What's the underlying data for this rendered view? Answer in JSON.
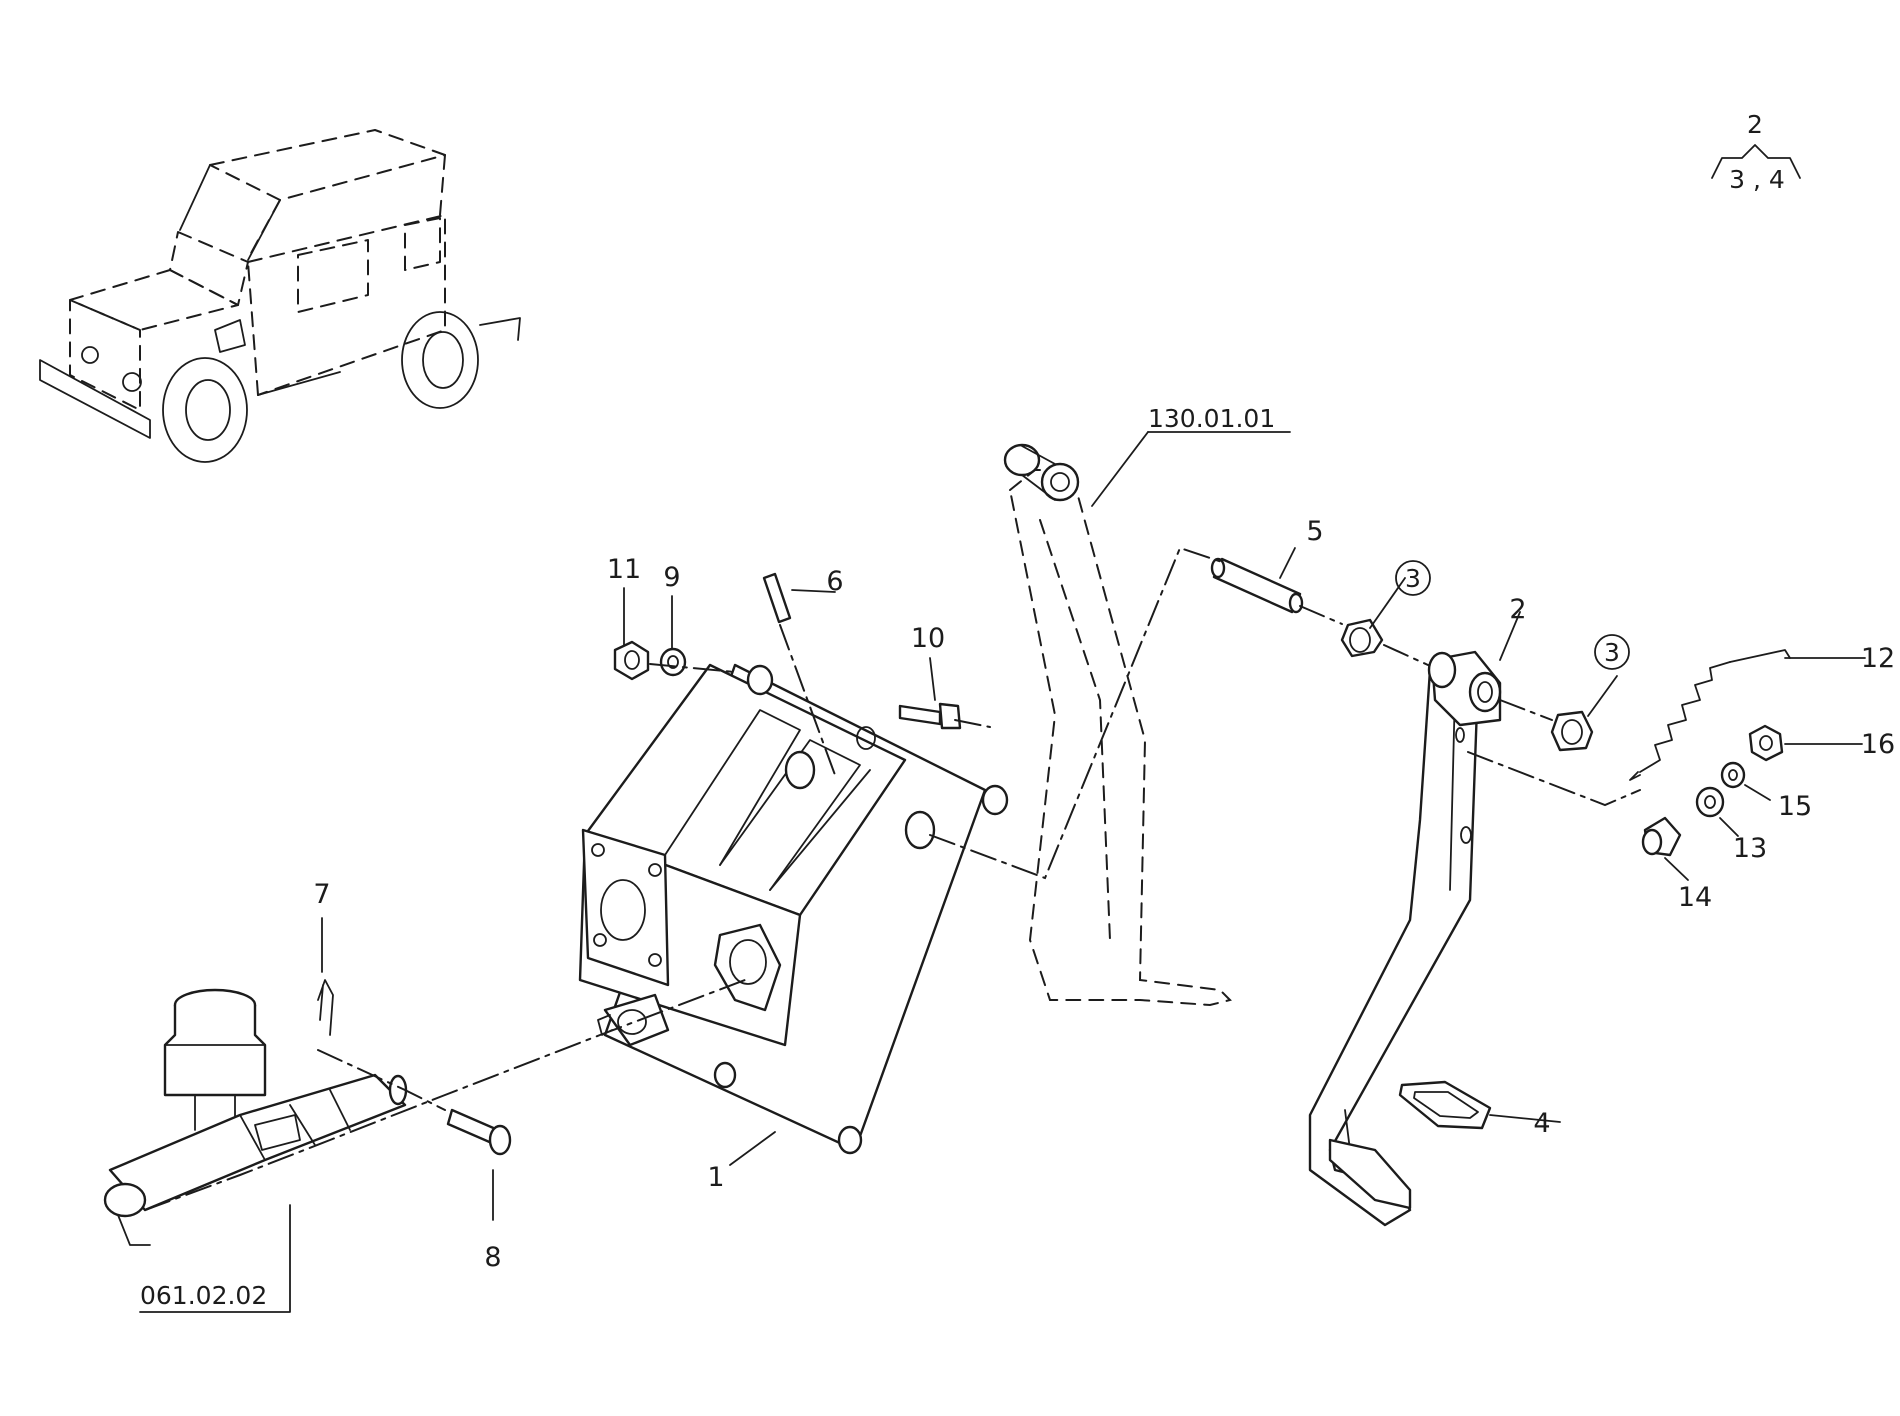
{
  "references": {
    "top": "130.01.01",
    "bottom": "061.02.02"
  },
  "legend": {
    "parent": "2",
    "children": "3 , 4"
  },
  "callouts": {
    "p1": "1",
    "p2": "2",
    "p3a": "3",
    "p3b": "3",
    "p4": "4",
    "p5": "5",
    "p6": "6",
    "p7": "7",
    "p8": "8",
    "p9": "9",
    "p10": "10",
    "p11": "11",
    "p12": "12",
    "p13": "13",
    "p14": "14",
    "p15": "15",
    "p16": "16"
  }
}
